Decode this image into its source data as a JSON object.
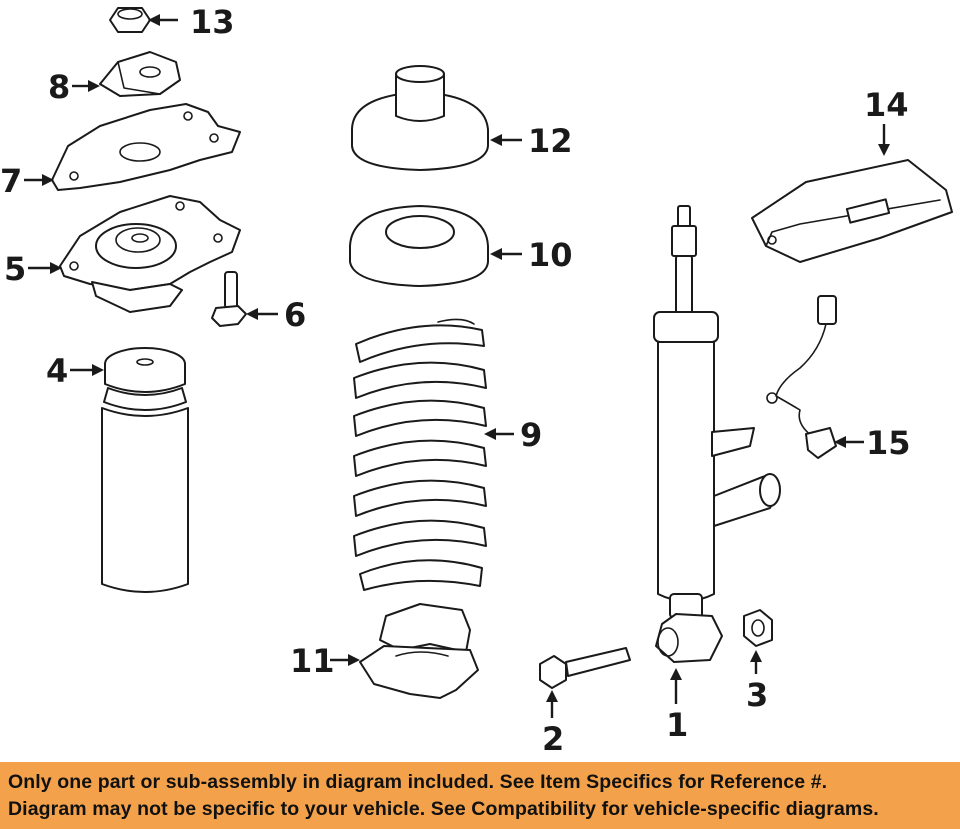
{
  "diagram": {
    "callouts": [
      {
        "id": "c1",
        "label": "1"
      },
      {
        "id": "c2",
        "label": "2"
      },
      {
        "id": "c3",
        "label": "3"
      },
      {
        "id": "c4",
        "label": "4"
      },
      {
        "id": "c5",
        "label": "5"
      },
      {
        "id": "c6",
        "label": "6"
      },
      {
        "id": "c7",
        "label": "7"
      },
      {
        "id": "c8",
        "label": "8"
      },
      {
        "id": "c9",
        "label": "9"
      },
      {
        "id": "c10",
        "label": "10"
      },
      {
        "id": "c11",
        "label": "11"
      },
      {
        "id": "c12",
        "label": "12"
      },
      {
        "id": "c13",
        "label": "13"
      },
      {
        "id": "c14",
        "label": "14"
      },
      {
        "id": "c15",
        "label": "15"
      }
    ]
  },
  "footer": {
    "line1": "Only one part or sub-assembly in diagram included. See Item Specifics for Reference #.",
    "line2": "Diagram may not be specific to your vehicle. See Compatibility for vehicle-specific diagrams.",
    "background": "#f3a14a"
  }
}
